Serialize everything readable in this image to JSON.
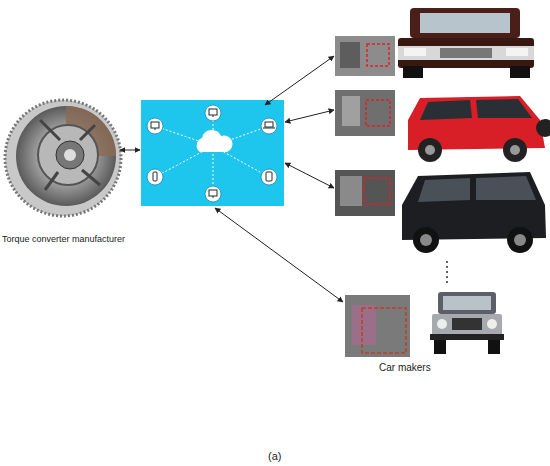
{
  "diagram": {
    "caption": "(a)",
    "labels": [
      "Torque converter manufacturer",
      "Car makers"
    ]
  }
}
